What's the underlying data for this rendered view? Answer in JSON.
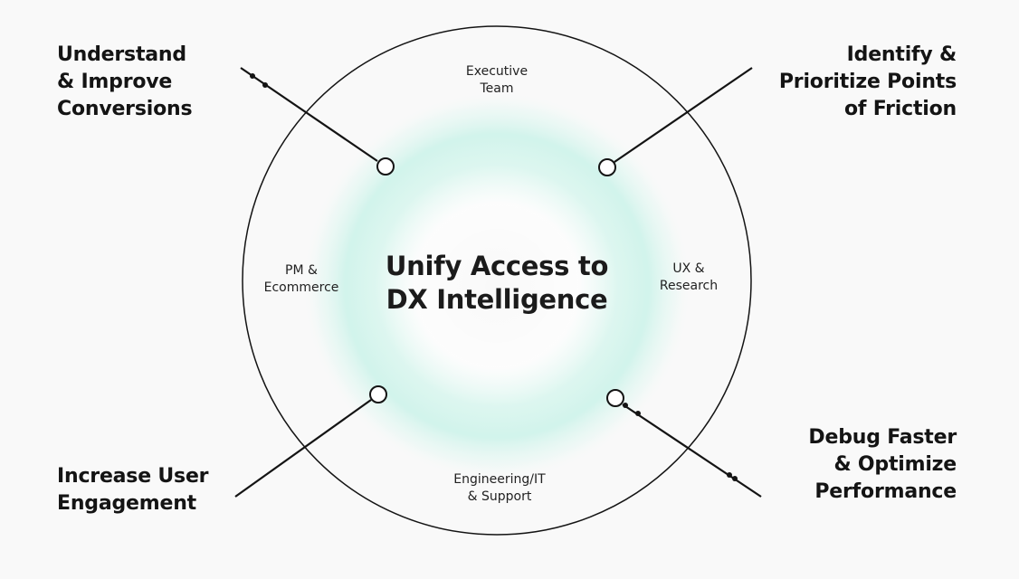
{
  "center": {
    "title": "Unify Access to\nDX Intelligence"
  },
  "teams": {
    "top": "Executive\nTeam",
    "left": "PM &\nEcommerce",
    "right": "UX &\nResearch",
    "bottom": "Engineering/IT\n& Support"
  },
  "outcomes": {
    "top_left": "Understand\n& Improve\nConversions",
    "top_right": "Identify &\nPrioritize Points\nof Friction",
    "bottom_left": "Increase User\nEngagement",
    "bottom_right": "Debug Faster\n& Optimize\nPerformance"
  },
  "colors": {
    "background": "#f9f9f9",
    "glow": "#cdf3ea",
    "stroke": "#141414"
  }
}
